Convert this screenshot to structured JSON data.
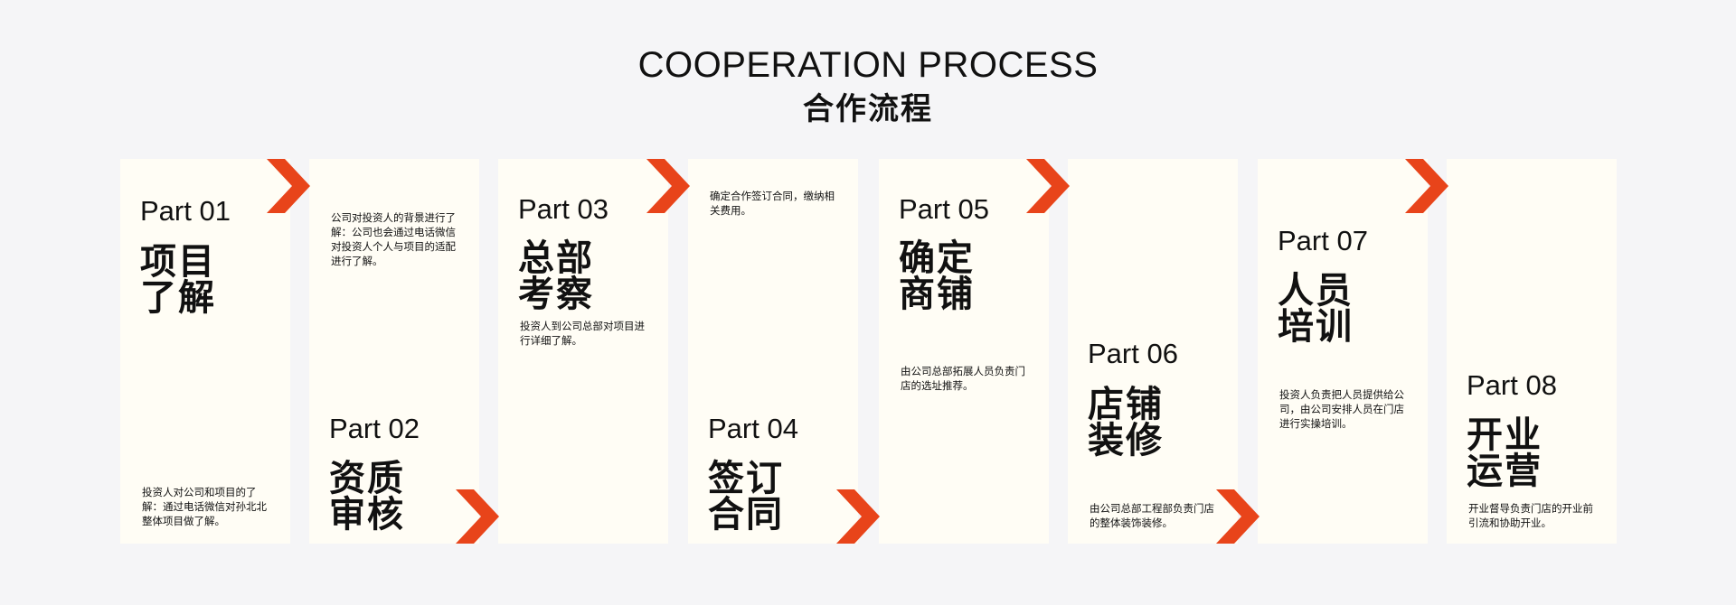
{
  "header": {
    "title_en": "COOPERATION PROCESS",
    "title_cn": "合作流程"
  },
  "steps": [
    {
      "part": "Part 01",
      "name_line1": "项目",
      "name_line2": "了解",
      "desc": "投资人对公司和项目的了解：通过电话微信对孙北北整体项目做了解。"
    },
    {
      "part": "Part 02",
      "name_line1": "资质",
      "name_line2": "审核",
      "desc": "公司对投资人的背景进行了解：公司也会通过电话微信对投资人个人与项目的适配进行了解。"
    },
    {
      "part": "Part 03",
      "name_line1": "总部",
      "name_line2": "考察",
      "desc": "投资人到公司总部对项目进行详细了解。"
    },
    {
      "part": "Part 04",
      "name_line1": "签订",
      "name_line2": "合同",
      "desc": "确定合作签订合同，缴纳相关费用。"
    },
    {
      "part": "Part 05",
      "name_line1": "确定",
      "name_line2": "商铺",
      "desc": "由公司总部拓展人员负责门店的选址推荐。"
    },
    {
      "part": "Part 06",
      "name_line1": "店铺",
      "name_line2": "装修",
      "desc": "由公司总部工程部负责门店的整体装饰装修。"
    },
    {
      "part": "Part 07",
      "name_line1": "人员",
      "name_line2": "培训",
      "desc": "投资人负责把人员提供给公司，由公司安排人员在门店进行实操培训。"
    },
    {
      "part": "Part 08",
      "name_line1": "开业",
      "name_line2": "运营",
      "desc": "开业督导负责门店的开业前引流和协助开业。"
    }
  ],
  "colors": {
    "accent": "#e8441a",
    "card_bg": "#fffdf5",
    "page_bg": "#f5f5f7"
  },
  "icons": {
    "arrow": "chevron-right-icon"
  }
}
